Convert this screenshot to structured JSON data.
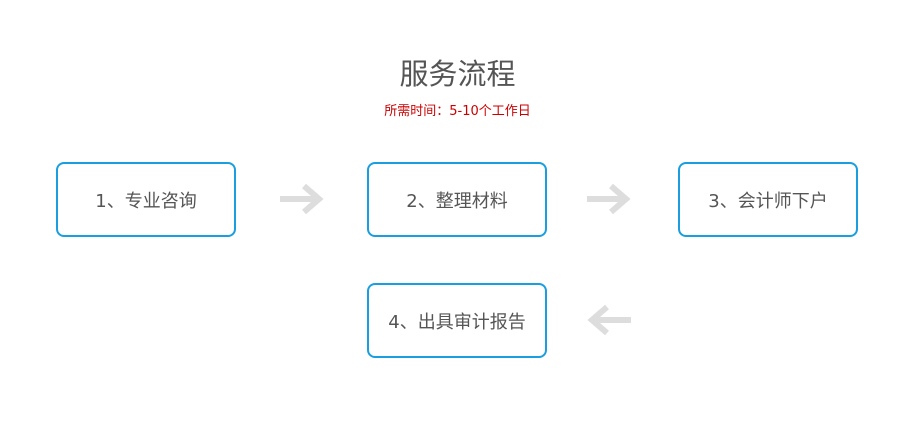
{
  "header": {
    "title": "服务流程",
    "subtitle": "所需时间：5-10个工作日"
  },
  "steps": [
    {
      "label": "1、专业咨询"
    },
    {
      "label": "2、整理材料"
    },
    {
      "label": "3、会计师下户"
    },
    {
      "label": "4、出具审计报告"
    }
  ],
  "colors": {
    "box_border": "#1a9ee0",
    "arrow": "#dddddd",
    "title": "#555555",
    "subtitle": "#cc0000"
  },
  "icons": {
    "arrow_right": "arrow-right-icon",
    "arrow_left": "arrow-left-icon"
  }
}
